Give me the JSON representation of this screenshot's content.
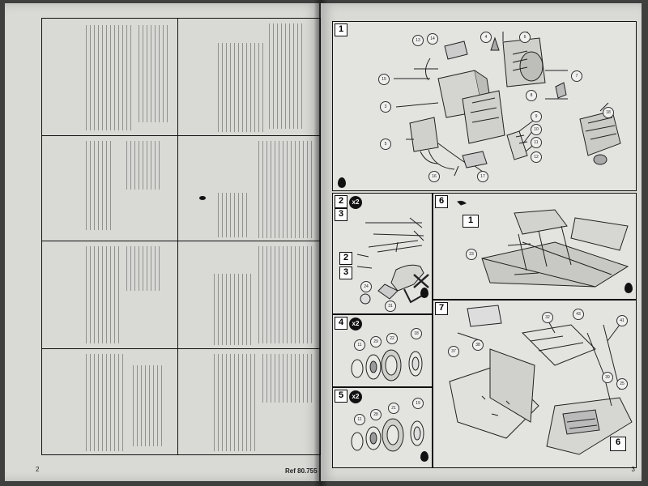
{
  "left_page": {
    "page_number": "2"
  },
  "right_page": {
    "page_number": "3",
    "reference": "Ref 80.755",
    "steps": [
      {
        "number": "1"
      },
      {
        "number": "2",
        "multiplier": "x2"
      },
      {
        "number": "3"
      },
      {
        "number": "4",
        "multiplier": "x2"
      },
      {
        "number": "5",
        "multiplier": "x2"
      },
      {
        "number": "6"
      },
      {
        "number": "7"
      }
    ],
    "step2_3_labels": [
      "2",
      "3"
    ],
    "step6_label": "1",
    "step7_label": "6",
    "step1_callouts": [
      "13",
      "14",
      "15",
      "4",
      "6",
      "3",
      "8",
      "9",
      "10",
      "11",
      "12",
      "16",
      "17",
      "18",
      "5",
      "7"
    ],
    "step4_callouts": [
      "11",
      "29",
      "22",
      "18"
    ],
    "step5_callouts": [
      "11",
      "28",
      "21",
      "19"
    ],
    "step6_callouts": [
      "23"
    ],
    "step7_callouts": [
      "37",
      "38",
      "32",
      "43",
      "41",
      "39",
      "25"
    ],
    "step2_callouts": [
      "24",
      "31"
    ]
  },
  "colors": {
    "ink": "#111111",
    "paper": "#d9d9d6",
    "background": "#3f403d"
  },
  "icons": [
    "water-drop-icon",
    "x2-badge-icon"
  ]
}
